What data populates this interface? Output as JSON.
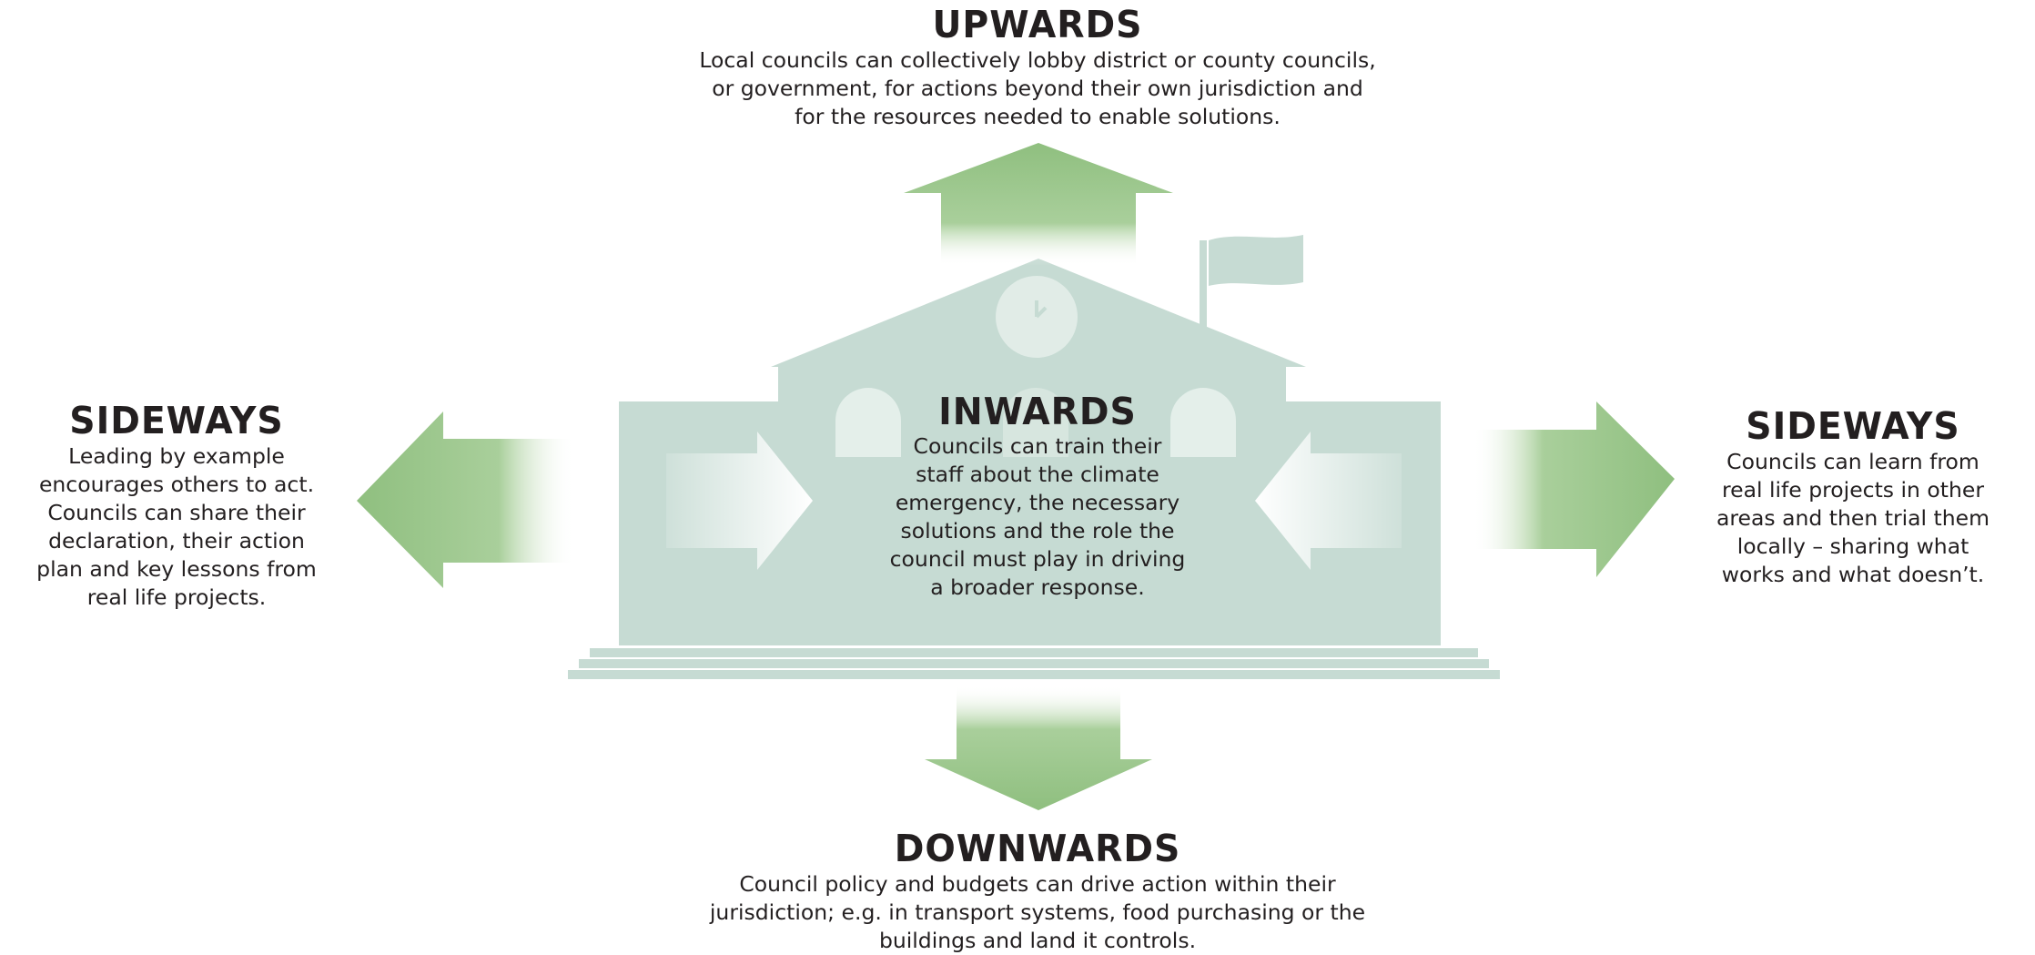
{
  "upwards": {
    "heading": "UPWARDS",
    "lines": [
      "Local councils can collectively lobby district or county councils,",
      "or government, for actions beyond their own jurisdiction and",
      "for the resources needed to enable solutions."
    ]
  },
  "inwards": {
    "heading": "INWARDS",
    "lines": [
      "Councils can train their",
      "staff about the climate",
      "emergency, the necessary",
      "solutions and the role the",
      "council must play in driving",
      "a broader response."
    ]
  },
  "sideways_left": {
    "heading": "SIDEWAYS",
    "lines": [
      "Leading by example",
      "encourages others to act.",
      "Councils can share their",
      "declaration, their action",
      "plan and key lessons from",
      "real life projects."
    ]
  },
  "sideways_right": {
    "heading": "SIDEWAYS",
    "lines": [
      "Councils can learn from",
      "real life projects in other",
      "areas and then trial them",
      "locally – sharing what",
      "works and what doesn’t."
    ]
  },
  "downwards": {
    "heading": "DOWNWARDS",
    "lines": [
      "Council policy and budgets can drive action within their",
      "jurisdiction; e.g. in transport systems, food purchasing or the",
      "buildings and land it controls."
    ]
  },
  "colors": {
    "arrow_green": "#8fbf7f",
    "building": "#c6dbd3",
    "building_light": "#e4efea",
    "text": "#231f20"
  }
}
